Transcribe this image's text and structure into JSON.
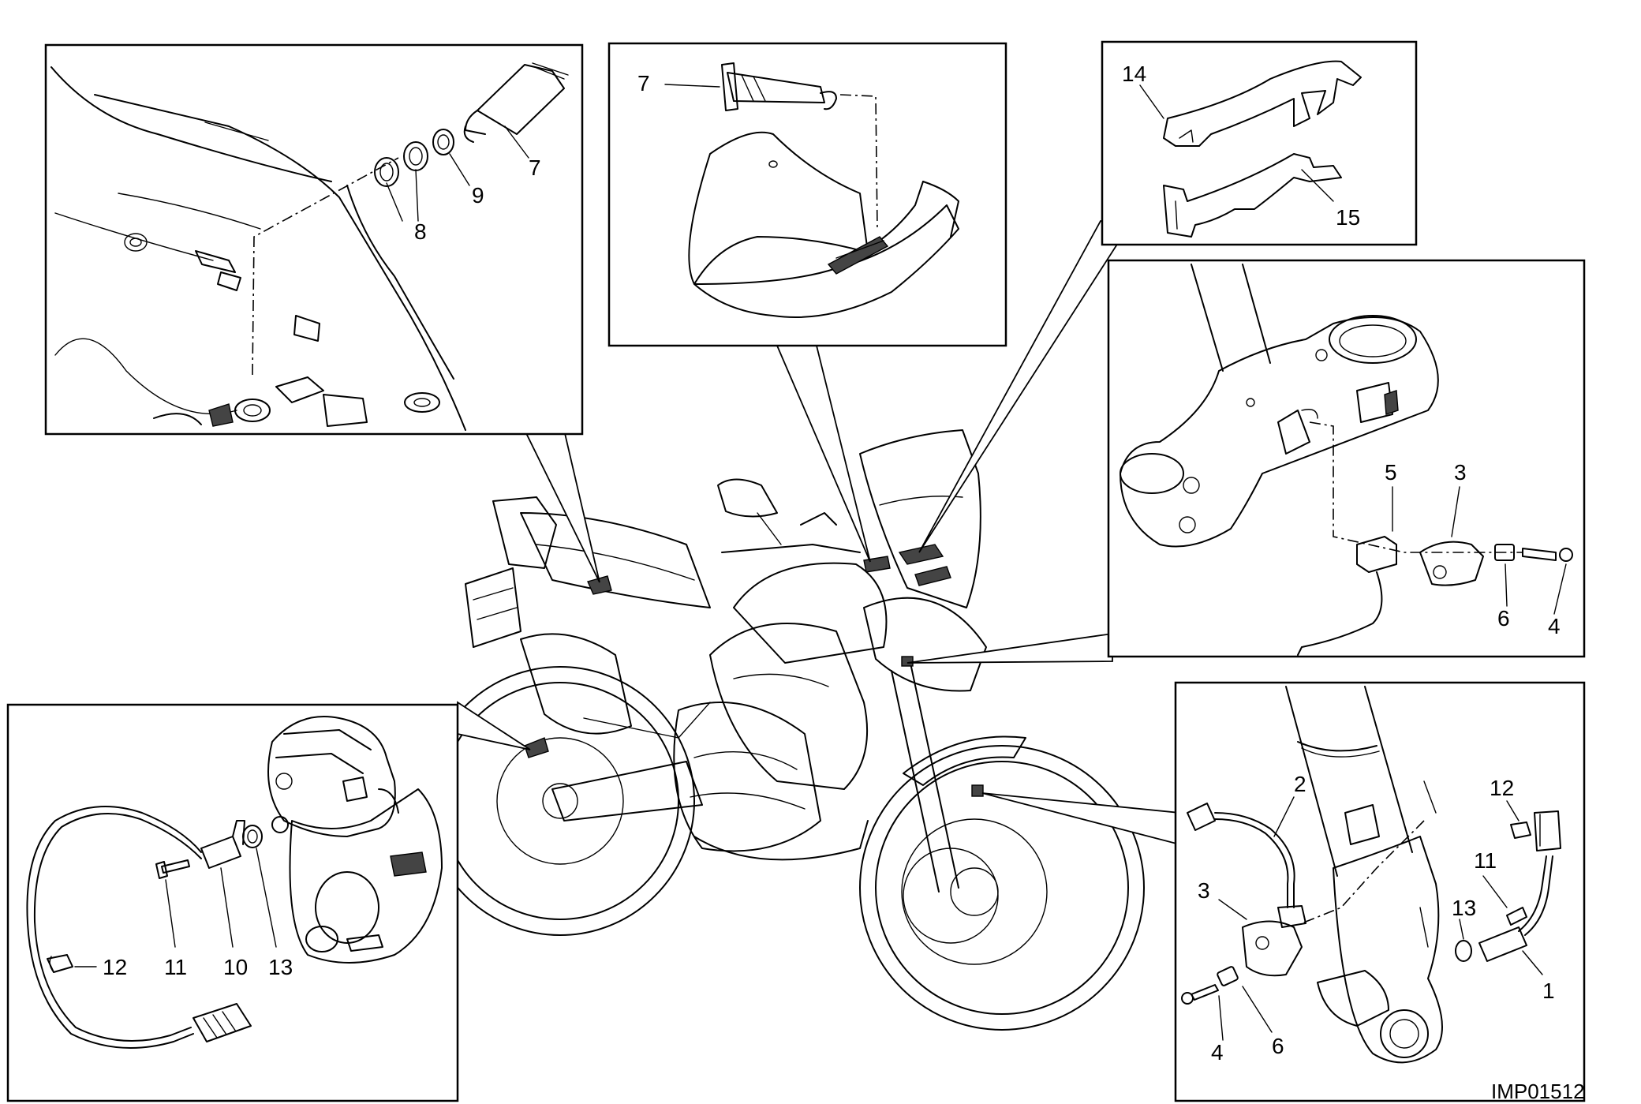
{
  "drawing_code": "IMP01512",
  "panels": {
    "top_left": {
      "labels": [
        "7",
        "8",
        "9"
      ]
    },
    "top_middle": {
      "labels": [
        "7"
      ]
    },
    "top_right": {
      "labels": [
        "14",
        "15"
      ]
    },
    "right_middle": {
      "labels": [
        "5",
        "3",
        "6",
        "4"
      ]
    },
    "bottom_left": {
      "labels": [
        "12",
        "11",
        "10",
        "13"
      ]
    },
    "bottom_right": {
      "labels": [
        "2",
        "12",
        "11",
        "3",
        "13",
        "1",
        "4",
        "6"
      ]
    }
  }
}
